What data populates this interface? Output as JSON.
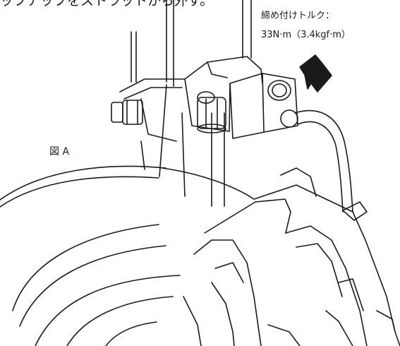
{
  "heading": "ップアップをストラットから外す。",
  "torque": {
    "label": "締め付けトルク：",
    "value": "33N·m（3.4kgf·m）"
  },
  "figure_label": "図 A",
  "icons": {
    "arrow": "pointer-arrow-icon"
  }
}
